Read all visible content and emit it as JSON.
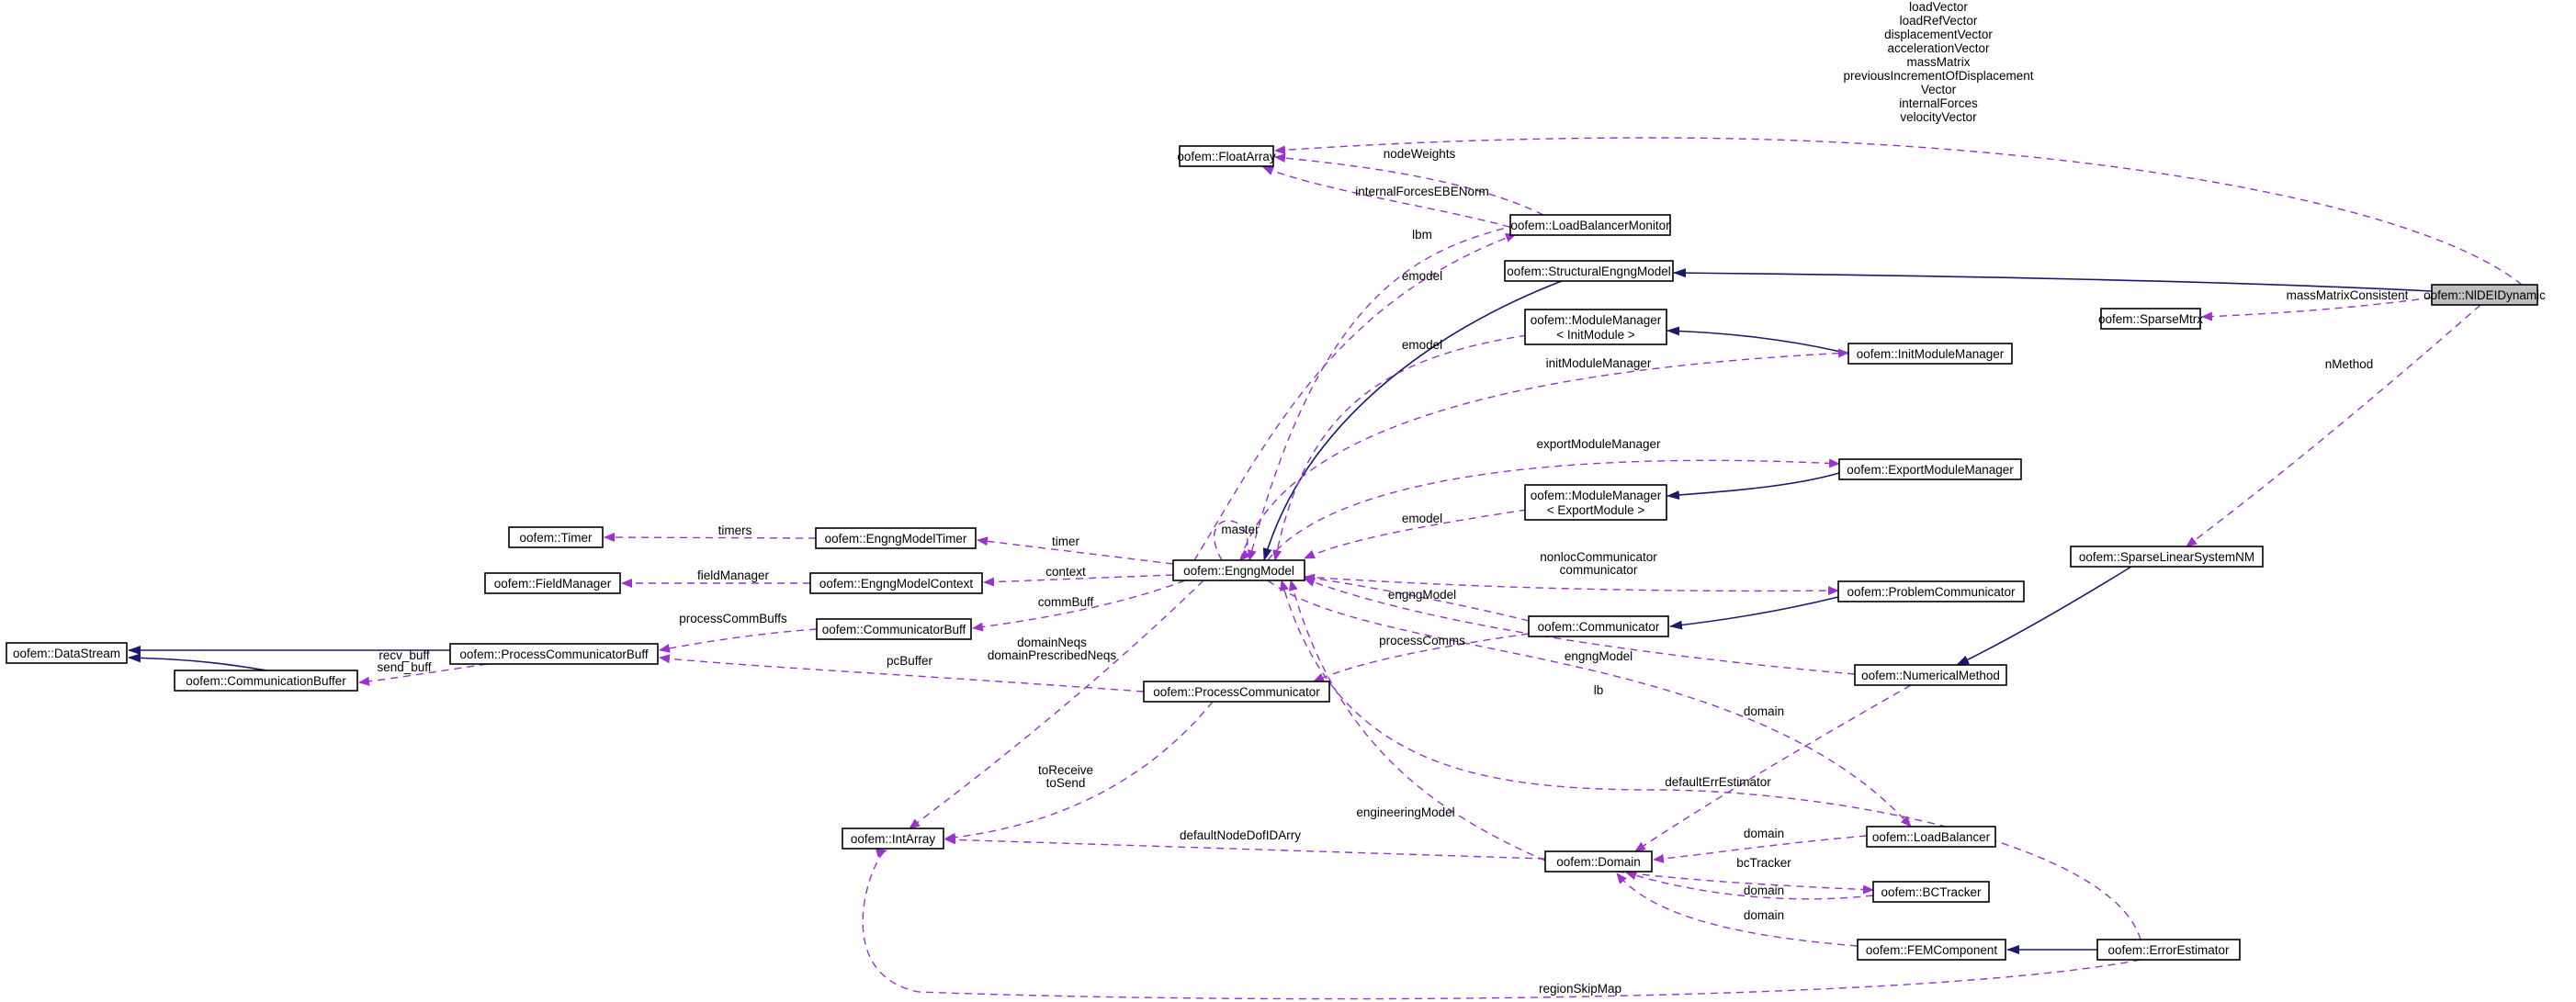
{
  "diagram": {
    "title": "",
    "colors": {
      "usage_edge": "#9a32cd",
      "inheritance_edge": "#191970",
      "highlight_fill": "#bfbfbf",
      "node_border": "#000000"
    },
    "nodes": [
      {
        "id": "nldeidynamic",
        "lines": [
          "oofem::NlDEIDynamic"
        ],
        "highlighted": true
      },
      {
        "id": "floatarray",
        "lines": [
          "oofem::FloatArray"
        ]
      },
      {
        "id": "loadbalancermonitor",
        "lines": [
          "oofem::LoadBalancerMonitor"
        ]
      },
      {
        "id": "structuralengngmodel",
        "lines": [
          "oofem::StructuralEngngModel"
        ]
      },
      {
        "id": "sparsemtrx",
        "lines": [
          "oofem::SparseMtrx"
        ]
      },
      {
        "id": "modulemanager_init",
        "lines": [
          "oofem::ModuleManager",
          "< InitModule >"
        ]
      },
      {
        "id": "initmodulemanager",
        "lines": [
          "oofem::InitModuleManager"
        ]
      },
      {
        "id": "exportmodulemanager",
        "lines": [
          "oofem::ExportModuleManager"
        ]
      },
      {
        "id": "modulemanager_export",
        "lines": [
          "oofem::ModuleManager",
          "< ExportModule >"
        ]
      },
      {
        "id": "timer",
        "lines": [
          "oofem::Timer"
        ]
      },
      {
        "id": "engngmodeltimer",
        "lines": [
          "oofem::EngngModelTimer"
        ]
      },
      {
        "id": "sparselinearsystemnm",
        "lines": [
          "oofem::SparseLinearSystemNM"
        ]
      },
      {
        "id": "fieldmanager",
        "lines": [
          "oofem::FieldManager"
        ]
      },
      {
        "id": "engngmodelcontext",
        "lines": [
          "oofem::EngngModelContext"
        ]
      },
      {
        "id": "engngmodel",
        "lines": [
          "oofem::EngngModel"
        ]
      },
      {
        "id": "problemcommunicator",
        "lines": [
          "oofem::ProblemCommunicator"
        ]
      },
      {
        "id": "communicatorbuff",
        "lines": [
          "oofem::CommunicatorBuff"
        ]
      },
      {
        "id": "communicator",
        "lines": [
          "oofem::Communicator"
        ]
      },
      {
        "id": "datastream",
        "lines": [
          "oofem::DataStream"
        ]
      },
      {
        "id": "processcommunicatorbuff",
        "lines": [
          "oofem::ProcessCommunicatorBuff"
        ]
      },
      {
        "id": "numericalmethod",
        "lines": [
          "oofem::NumericalMethod"
        ]
      },
      {
        "id": "communicationbuffer",
        "lines": [
          "oofem::CommunicationBuffer"
        ]
      },
      {
        "id": "processcommunicator",
        "lines": [
          "oofem::ProcessCommunicator"
        ]
      },
      {
        "id": "intarray",
        "lines": [
          "oofem::IntArray"
        ]
      },
      {
        "id": "loadbalancer",
        "lines": [
          "oofem::LoadBalancer"
        ]
      },
      {
        "id": "domain",
        "lines": [
          "oofem::Domain"
        ]
      },
      {
        "id": "bctracker",
        "lines": [
          "oofem::BCTracker"
        ]
      },
      {
        "id": "femcomponent",
        "lines": [
          "oofem::FEMComponent"
        ]
      },
      {
        "id": "errorestimator",
        "lines": [
          "oofem::ErrorEstimator"
        ]
      }
    ],
    "edge_labels": {
      "nldei_floatarray": [
        "loadVector",
        "loadRefVector",
        "displacementVector",
        "accelerationVector",
        "massMatrix",
        "previousIncrementOfDisplacement",
        "Vector",
        "internalForces",
        "velocityVector"
      ],
      "nodeweights": [
        "nodeWeights"
      ],
      "internalforcesebenorm": [
        "internalForcesEBENorm"
      ],
      "lbm": [
        "lbm"
      ],
      "emodel_lbm": [
        "emodel"
      ],
      "massmatrixconsistent": [
        "massMatrixConsistent"
      ],
      "emodel_init": [
        "emodel"
      ],
      "nmethod": [
        "nMethod"
      ],
      "initmodulemanager": [
        "initModuleManager"
      ],
      "exportmodulemanager": [
        "exportModuleManager"
      ],
      "timers": [
        "timers"
      ],
      "emodel_export": [
        "emodel"
      ],
      "master": [
        "master"
      ],
      "timer": [
        "timer"
      ],
      "nonloccommunicator": [
        "nonlocCommunicator",
        "communicator"
      ],
      "fieldmanager": [
        "fieldManager"
      ],
      "context": [
        "context"
      ],
      "engngmodel_comm": [
        "engngModel"
      ],
      "commbuff": [
        "commBuff"
      ],
      "processcommbuffs": [
        "processCommBuffs"
      ],
      "processcomms": [
        "processComms"
      ],
      "recv_buff": [
        "recv_buff",
        "send_buff"
      ],
      "domainneqs": [
        "domainNeqs",
        "domainPrescribedNeqs"
      ],
      "engngmodel_nm": [
        "engngModel"
      ],
      "pcbuffer": [
        "pcBuffer"
      ],
      "lb": [
        "lb"
      ],
      "domain_nm": [
        "domain"
      ],
      "toreceive": [
        "toReceive",
        "toSend"
      ],
      "defaulterrestimator": [
        "defaultErrEstimator"
      ],
      "engineeringmodel": [
        "engineeringModel"
      ],
      "defaultnodedofidarry": [
        "defaultNodeDofIDArry"
      ],
      "domain_lb": [
        "domain"
      ],
      "bctracker": [
        "bcTracker"
      ],
      "domain_bc": [
        "domain"
      ],
      "domain_fem": [
        "domain"
      ],
      "regionskipmap": [
        "regionSkipMap"
      ]
    }
  }
}
